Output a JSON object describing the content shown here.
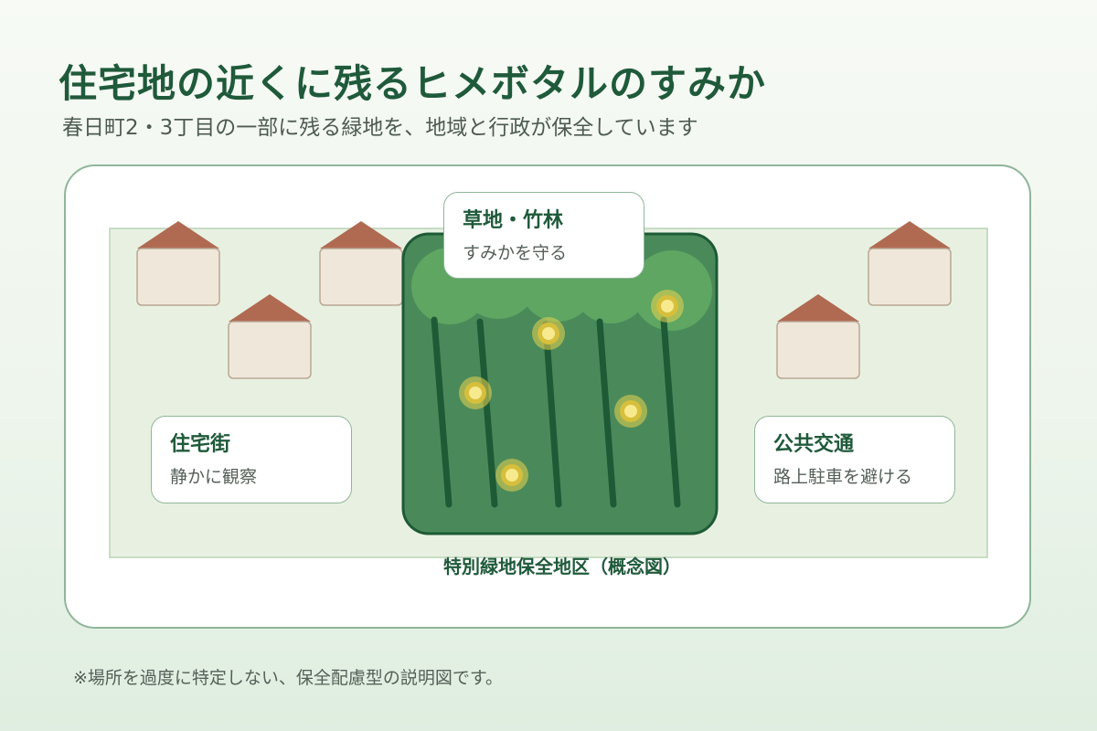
{
  "header": {
    "title": "住宅地の近くに残るヒメボタルのすみか",
    "subtitle": "春日町2・3丁目の一部に残る緑地を、地域と行政が保全しています"
  },
  "callouts": {
    "grass": {
      "title": "草地・竹林",
      "text": "すみかを守る"
    },
    "residential": {
      "title": "住宅街",
      "text": "静かに観察"
    },
    "transit": {
      "title": "公共交通",
      "text": "路上駐車を避ける"
    }
  },
  "zone_label": "特別緑地保全地区（概念図）",
  "footnote": "※場所を過度に特定しない、保全配慮型の説明図です。",
  "colors": {
    "title": "#1f5a3a",
    "forest": "#4a8a5a",
    "canopy": "#5ea662",
    "firefly": "#e9d451",
    "roof": "#b06a52",
    "house_wall": "#efe7da",
    "area": "#e8f1e1"
  }
}
